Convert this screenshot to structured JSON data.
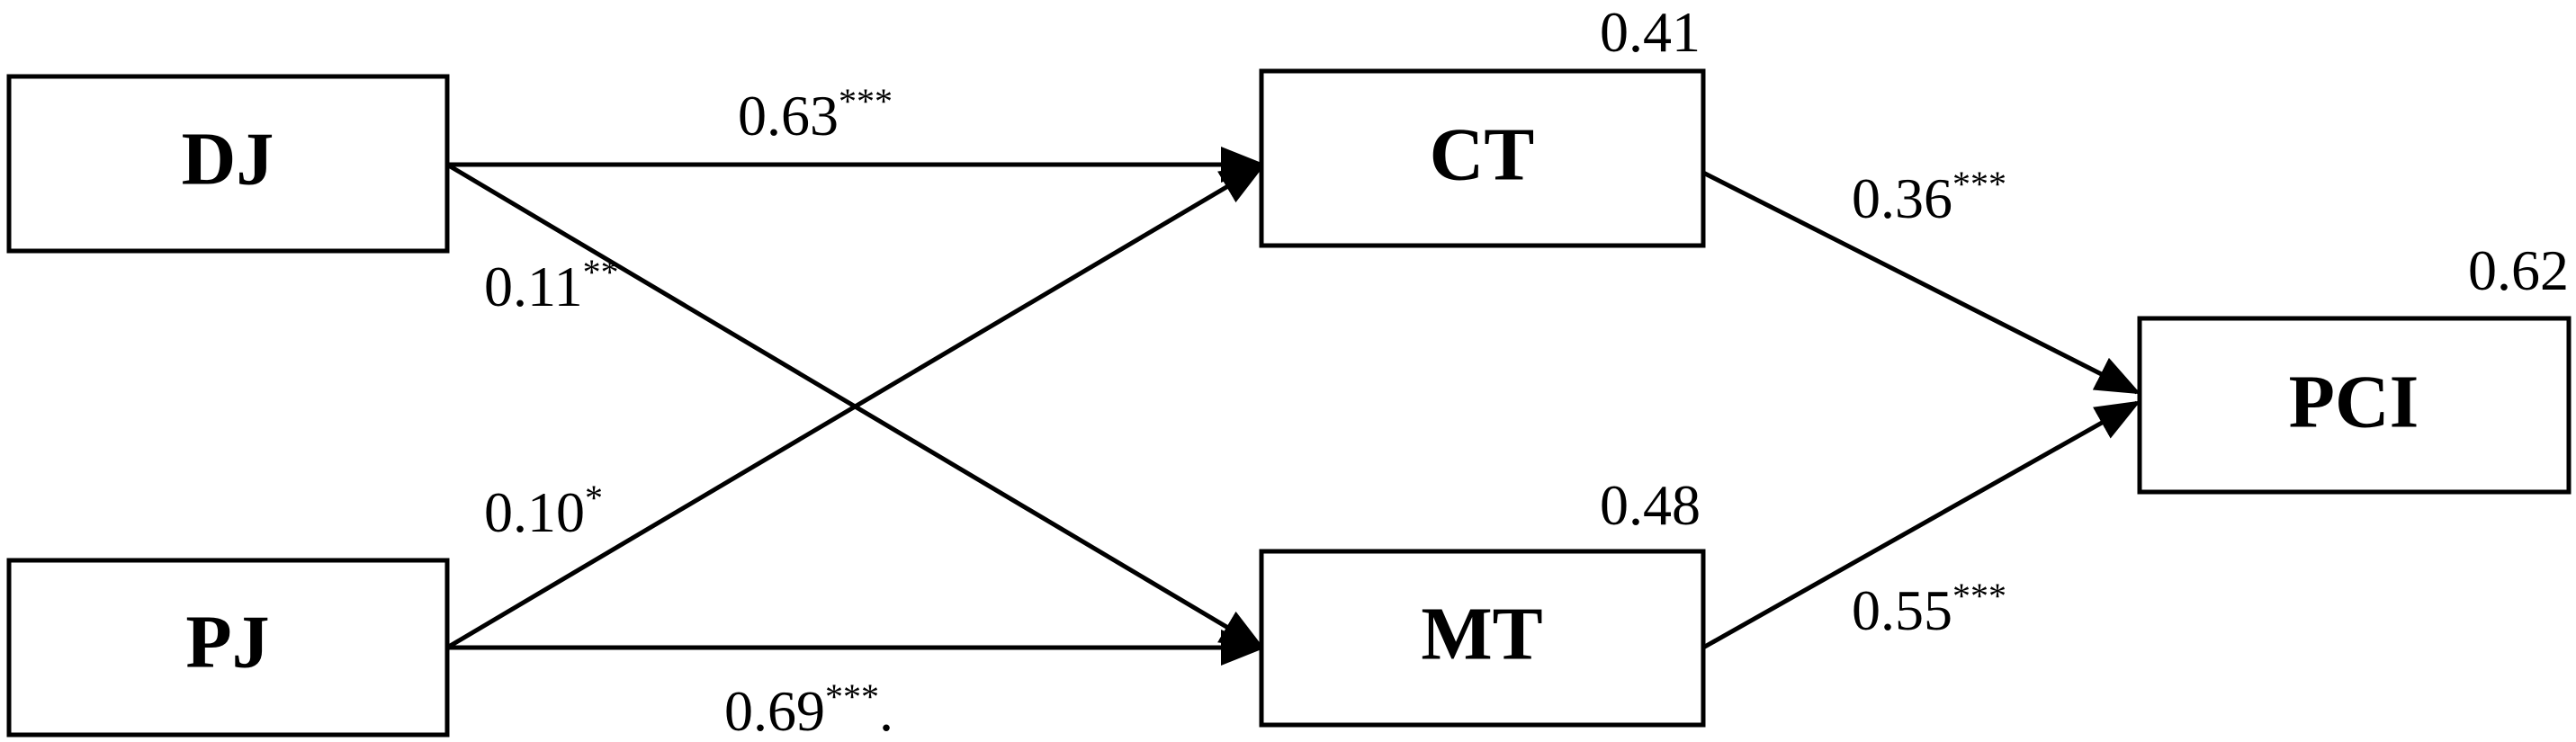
{
  "nodes": {
    "dj": {
      "label": "DJ"
    },
    "pj": {
      "label": "PJ"
    },
    "ct": {
      "label": "CT",
      "r_squared": "0.41"
    },
    "mt": {
      "label": "MT",
      "r_squared": "0.48"
    },
    "pci": {
      "label": "PCI",
      "r_squared": "0.62"
    }
  },
  "paths": {
    "dj_ct": {
      "coef": "0.63",
      "stars": "***",
      "suffix": ""
    },
    "dj_mt": {
      "coef": "0.11",
      "stars": "**",
      "suffix": ""
    },
    "pj_ct": {
      "coef": "0.10",
      "stars": "*",
      "suffix": ""
    },
    "pj_mt": {
      "coef": "0.69",
      "stars": "***",
      "suffix": "."
    },
    "ct_pci": {
      "coef": "0.36",
      "stars": "***",
      "suffix": ""
    },
    "mt_pci": {
      "coef": "0.55",
      "stars": "***",
      "suffix": ""
    }
  },
  "colors": {
    "stroke": "#000000",
    "background": "#ffffff"
  }
}
